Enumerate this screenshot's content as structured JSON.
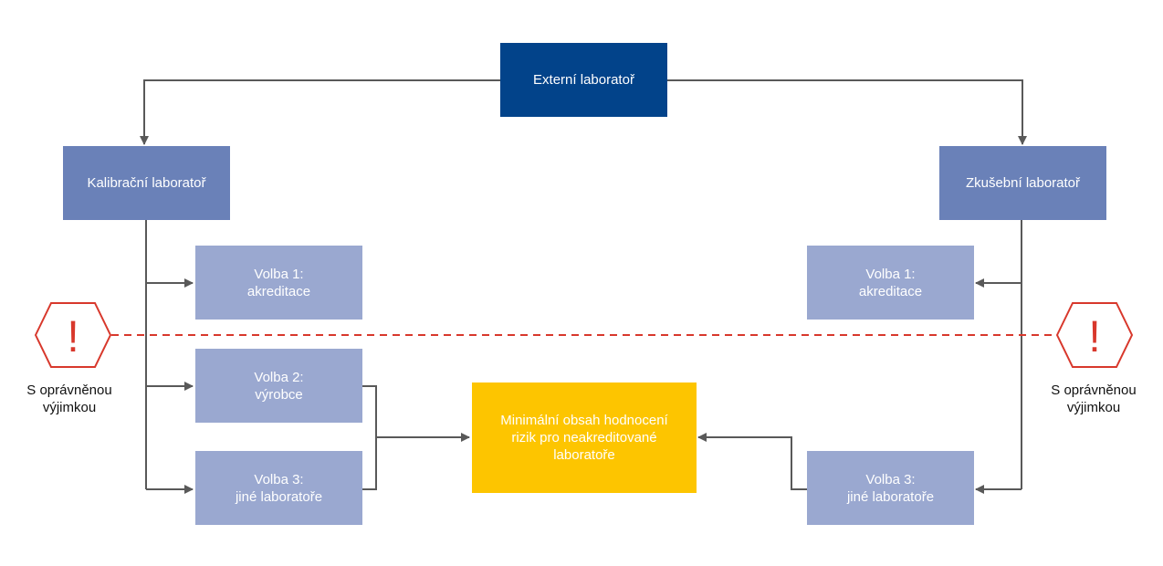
{
  "nodes": {
    "external": "Externí laboratoř",
    "calibration": "Kalibrační laboratoř",
    "testing": "Zkušební laboratoř",
    "left_option1": "Volba 1:\nakreditace",
    "left_option2": "Volba 2:\nvýrobce",
    "left_option3": "Volba 3:\njiné laboratoře",
    "right_option1": "Volba 1:\nakreditace",
    "right_option3": "Volba 3:\njiné laboratoře",
    "minimum": "Minimální obsah hodnocení\nrizik pro neakreditované\nlaboratoře"
  },
  "warnings": {
    "left": "S oprávněnou\nvýjimkou",
    "right": "S oprávněnou\nvýjimkou",
    "symbol": "!"
  },
  "colors": {
    "dark_blue": "#02438a",
    "mid_blue": "#6a81b8",
    "light_blue": "#9aa8d0",
    "yellow": "#fdc500",
    "warning_red": "#d8382c",
    "connector": "#595959"
  }
}
